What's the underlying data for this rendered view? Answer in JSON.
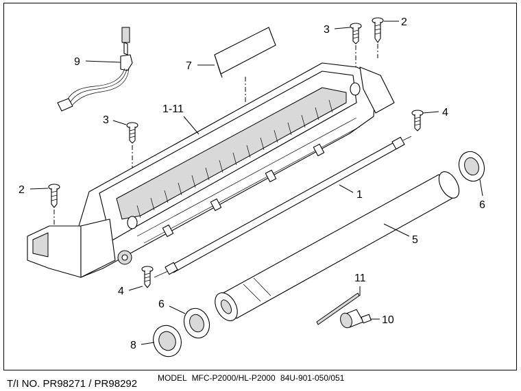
{
  "callouts": {
    "c_9": "9",
    "c_7": "7",
    "c_3_top": "3",
    "c_2_top": "2",
    "c_1_11": "1-11",
    "c_3_left": "3",
    "c_4_right": "4",
    "c_2_left": "2",
    "c_1": "1",
    "c_6_right": "6",
    "c_5": "5",
    "c_4_bottom": "4",
    "c_11": "11",
    "c_6_bottom": "6",
    "c_10": "10",
    "c_8": "8"
  },
  "footer": {
    "ti_no": "T/I NO. PR98271 / PR98292",
    "model_line": "MODEL   MFC-P2000/HL-P2000   84U-901-050/051"
  },
  "icons": [
    "fixing-unit-drawing"
  ]
}
